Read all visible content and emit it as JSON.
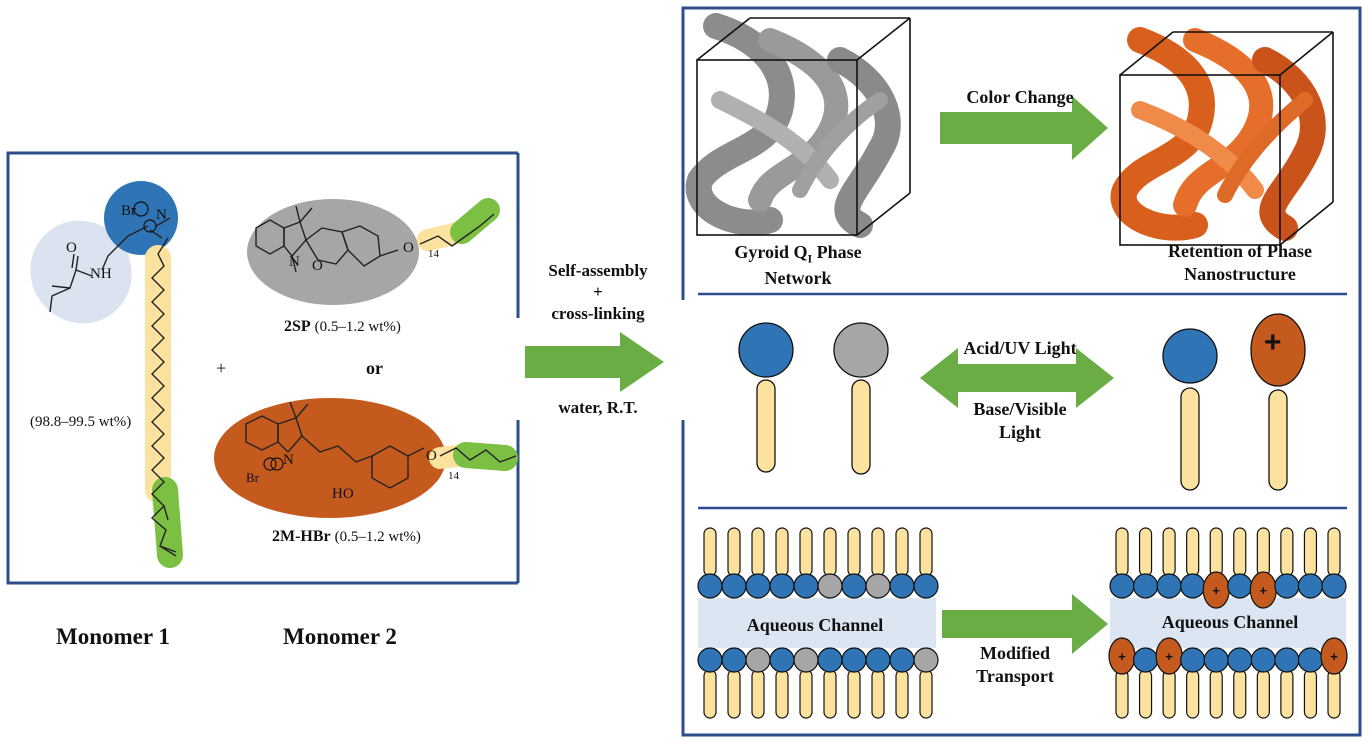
{
  "left_panel": {
    "monomer1_percent": "(98.8–99.5 wt%)",
    "plus_sign": "+",
    "or_text": "or",
    "sp_name": "2SP",
    "sp_percent": "(0.5–1.2 wt%)",
    "mhbr_name": "2M-HBr",
    "mhbr_percent": "(0.5–1.2 wt%)",
    "subscript_14a": "14",
    "subscript_14b": "14",
    "atom_br_top": "Br",
    "atom_n_top": "N",
    "atom_nh": "NH",
    "atom_o_amide": "O",
    "atom_n_sp": "N",
    "atom_o_sp_ring": "O",
    "atom_o_sp_chain": "O",
    "atom_n_mc": "N",
    "atom_br_mc": "Br",
    "atom_ho": "HO",
    "atom_o_mc_chain": "O"
  },
  "captions": {
    "monomer1": "Monomer 1",
    "monomer2": "Monomer 2"
  },
  "middle_arrow": {
    "top_line1": "Self-assembly",
    "top_line2": "+",
    "top_line3": "cross-linking",
    "bottom": "water, R.T."
  },
  "right_panel": {
    "gyroid_label_line1": "Gyroid Q",
    "gyroid_label_sub": "I",
    "gyroid_label_line1_end": " Phase",
    "gyroid_label_line2": "Network",
    "color_change": "Color Change",
    "retention_line1": "Retention of Phase",
    "retention_line2": "Nanostructure",
    "acid_uv": "Acid/UV Light",
    "base_visible_line1": "Base/Visible",
    "base_visible_line2": "Light",
    "plus_charge": "+",
    "aqueous_left": "Aqueous Channel",
    "aqueous_right": "Aqueous Channel",
    "modified_line1": "Modified",
    "modified_line2": "Transport"
  },
  "colors": {
    "frame_blue": "#2e4d8f",
    "head_blue": "#2f74b5",
    "head_gray": "#a6a6a6",
    "merocyanine_orange": "#c55a1e",
    "tail_yellow": "#fbe29f",
    "arrow_green": "#6aad45",
    "channel_blue": "#dbe6f2",
    "amide_lavender": "#dce3f0",
    "gyroid_gray": "#8c8c8c",
    "gyroid_orange": "#d9601c"
  }
}
